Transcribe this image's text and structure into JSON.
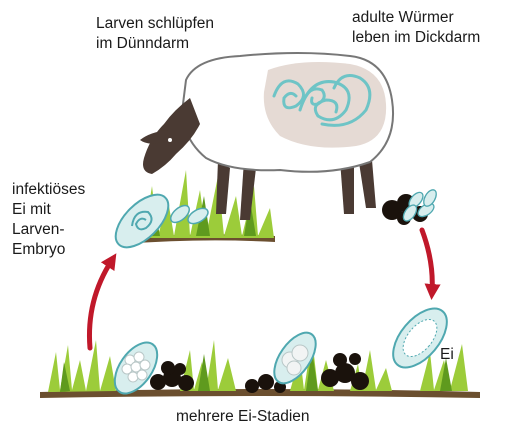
{
  "labels": {
    "larvae_hatch": "Larven schlüpfen\nim Dünndarm",
    "adult_worms": "adulte Würmer\nleben im Dickdarm",
    "infective_egg": "infektiöses\nEi mit\nLarven-\nEmbryo",
    "egg": "Ei",
    "egg_stages": "mehrere Ei-Stadien"
  },
  "colors": {
    "arrow": "#c0182a",
    "grass_light": "#9ccc3a",
    "grass_dark": "#5f9a1e",
    "soil": "#6b4f2f",
    "sheep_body": "#ffffff",
    "sheep_outline": "#777777",
    "sheep_head": "#4a3a33",
    "intestine_area": "#e5dad4",
    "worm": "#6ec4c6",
    "egg_fill": "#d8eeee",
    "egg_outline": "#4fa8b0",
    "feces": "#1a120c"
  },
  "icons": [
    "sheep-icon",
    "worm-icon",
    "egg-icon",
    "feces-icon",
    "grass-icon",
    "arrow-icon"
  ]
}
